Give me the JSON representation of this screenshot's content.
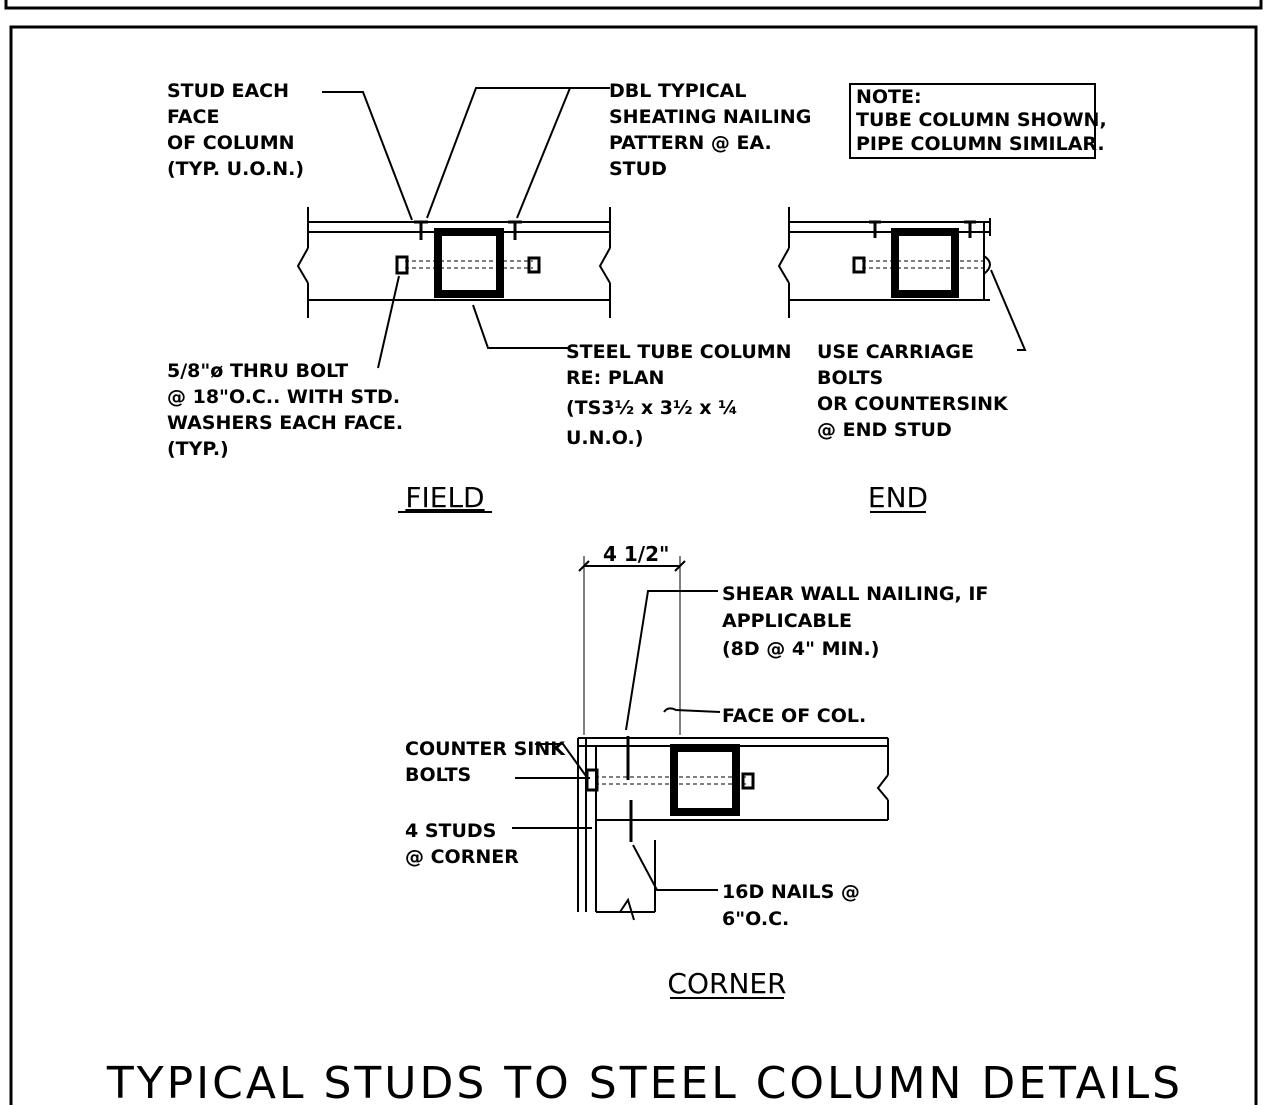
{
  "field": {
    "title": "FIELD",
    "note_stud": [
      "STUD EACH",
      "FACE",
      "OF COLUMN",
      "(TYP. U.O.N.)"
    ],
    "note_dbl": [
      "DBL TYPICAL",
      "SHEATING NAILING",
      "PATTERN @ EA.",
      "STUD"
    ],
    "note_bolt": [
      "5/8\"ø THRU BOLT",
      "@ 18\"O.C.. WITH STD.",
      "WASHERS EACH FACE.",
      "(TYP.)"
    ],
    "note_tube": [
      "STEEL TUBE COLUMN",
      "RE: PLAN",
      "(TS3½ x 3½ x ¼",
      "U.N.O.)"
    ]
  },
  "end": {
    "title": "END",
    "note_box": [
      "NOTE:",
      "TUBE COLUMN SHOWN,",
      "PIPE COLUMN SIMILAR."
    ],
    "note_carriage": [
      "USE CARRIAGE",
      "BOLTS",
      "OR COUNTERSINK",
      "@ END STUD"
    ]
  },
  "corner": {
    "title": "CORNER",
    "dimension": "4  1/2\"",
    "note_shear": [
      "SHEAR WALL NAILING, IF",
      "APPLICABLE",
      "(8D @ 4\" MIN.)"
    ],
    "note_face": "FACE OF COL.",
    "note_counter": [
      "COUNTER SINK",
      "BOLTS"
    ],
    "note_studs": [
      "4 STUDS",
      "@ CORNER"
    ],
    "note_nails": [
      "16D NAILS @",
      "6\"O.C."
    ]
  },
  "sheet_title": "TYPICAL STUDS TO STEEL COLUMN DETAILS"
}
